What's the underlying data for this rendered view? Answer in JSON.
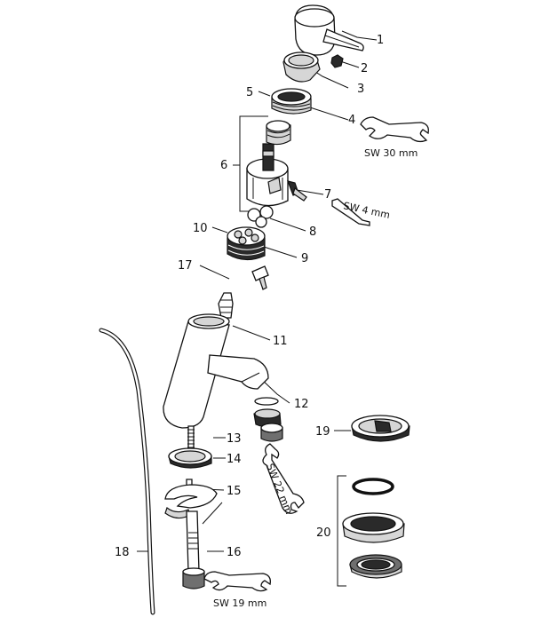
{
  "callouts": {
    "c1": "1",
    "c2": "2",
    "c3": "3",
    "c4": "4",
    "c5": "5",
    "c6": "6",
    "c7": "7",
    "c8": "8",
    "c9": "9",
    "c10": "10",
    "c11": "11",
    "c12": "12",
    "c13": "13",
    "c14": "14",
    "c15": "15",
    "c16": "16",
    "c17": "17",
    "c18": "18",
    "c19": "19",
    "c20": "20"
  },
  "tools": {
    "sw30": "SW 30 mm",
    "sw4": "SW 4 mm",
    "sw22": "SW 22 mm",
    "sw19": "SW 19 mm"
  }
}
